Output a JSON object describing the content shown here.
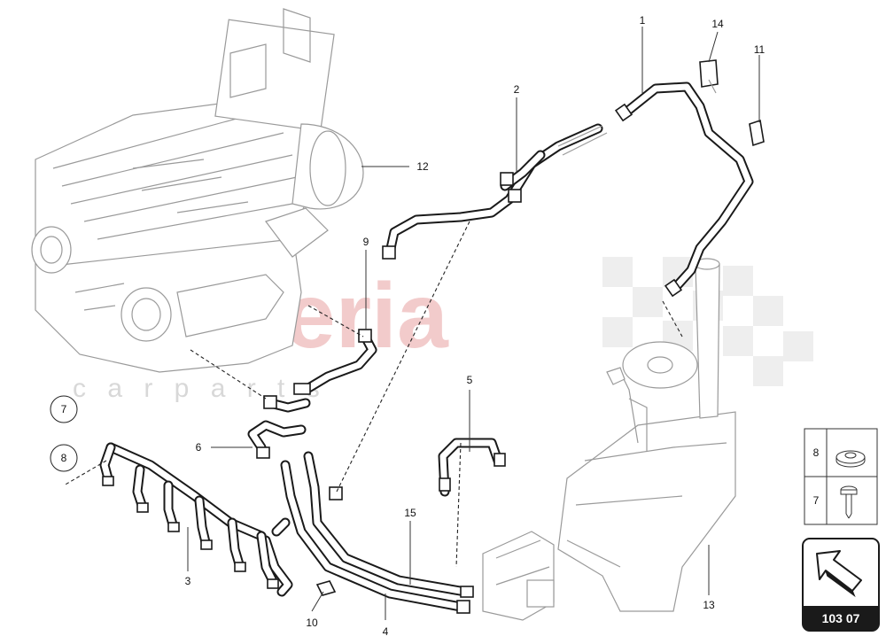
{
  "watermark": {
    "brand": "scuderia",
    "tagline": "c a r p a r t s",
    "color": "#e8a0a0"
  },
  "callouts": [
    {
      "id": "c1",
      "text": "1"
    },
    {
      "id": "c2",
      "text": "2"
    },
    {
      "id": "c3",
      "text": "3"
    },
    {
      "id": "c4",
      "text": "4"
    },
    {
      "id": "c5",
      "text": "5"
    },
    {
      "id": "c6",
      "text": "6"
    },
    {
      "id": "c7",
      "text": "7"
    },
    {
      "id": "c8",
      "text": "8"
    },
    {
      "id": "c9",
      "text": "9"
    },
    {
      "id": "c10",
      "text": "10"
    },
    {
      "id": "c11",
      "text": "11"
    },
    {
      "id": "c12",
      "text": "12"
    },
    {
      "id": "c13",
      "text": "13"
    },
    {
      "id": "c14",
      "text": "14"
    },
    {
      "id": "c15",
      "text": "15"
    }
  ],
  "legend": {
    "items": [
      {
        "text": "8",
        "icon": "washer-icon"
      },
      {
        "text": "7",
        "icon": "screw-icon"
      }
    ]
  },
  "page_ref": {
    "code": "103 07",
    "icon": "arrow-icon"
  },
  "colors": {
    "line": "#1a1a1a",
    "part_outline": "#9a9a9a",
    "badge_bg": "#1a1a1a",
    "badge_text": "#ffffff"
  }
}
